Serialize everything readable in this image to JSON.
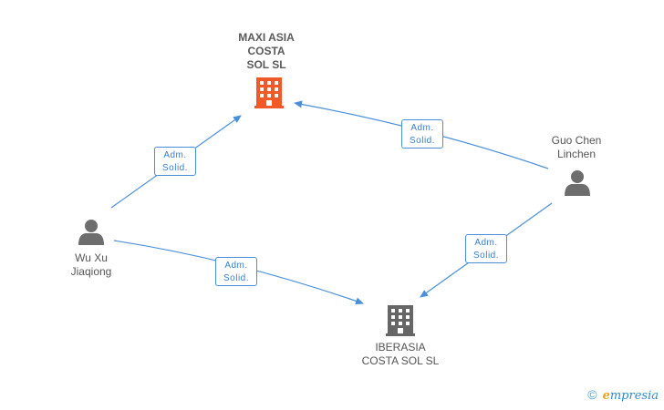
{
  "nodes": {
    "company_top": {
      "name": "MAXI ASIA\nCOSTA\nSOL  SL",
      "color": "#f05a28"
    },
    "company_bottom": {
      "name": "IBERASIA\nCOSTA SOL SL",
      "color": "#666666"
    },
    "person_left": {
      "name": "Wu Xu\nJiaqiong"
    },
    "person_right": {
      "name": "Guo Chen\nLinchen"
    }
  },
  "edges": [
    {
      "line1": "Adm.",
      "line2": "Solid."
    },
    {
      "line1": "Adm.",
      "line2": "Solid."
    },
    {
      "line1": "Adm.",
      "line2": "Solid."
    },
    {
      "line1": "Adm.",
      "line2": "Solid."
    }
  ],
  "footer": {
    "copyright": "©",
    "brand_initial": "e",
    "brand_rest": "mpresia"
  },
  "colors": {
    "edge": "#4a8fd9",
    "person_icon": "#6d6d6d"
  }
}
